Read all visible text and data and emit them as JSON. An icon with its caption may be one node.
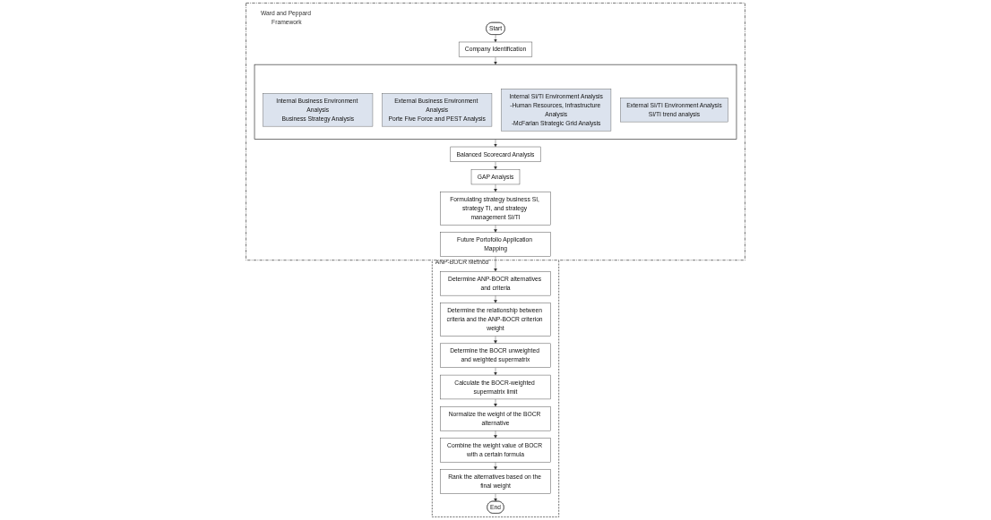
{
  "diagram": {
    "nodes": [
      {
        "text": [
          "Ward and Peppard Framework"
        ]
      },
      {
        "text": [
          "Start"
        ],
        "in": 0
      },
      {
        "text": [
          "Company Identification"
        ],
        "in": 0
      },
      {
        "text": [],
        "shape": "box",
        "in": 0
      },
      {
        "text": [
          "Internal Business Environment Analysis",
          "Business Strategy Analysis"
        ],
        "in": 3
      },
      {
        "text": [
          "External Business Environment Analysis",
          "Porte Five Force and PEST Analysis"
        ],
        "in": 3
      },
      {
        "text": [
          "Internal SI/TI Environment Analysis",
          "-Human Resources, Infrastructure Analysis",
          "-McFarlan Strategic Grid Analysis"
        ],
        "in": 3
      },
      {
        "text": [
          "External SI/TI Environment Analysis",
          "SI/TI trend analysis"
        ],
        "in": 3
      },
      {
        "text": [
          "Balanced Scorecard Analysis"
        ],
        "in": 0
      },
      {
        "text": [
          "GAP Analysis"
        ],
        "in": 0
      },
      {
        "text": [
          "Formulating strategy business SI, strategy TI, and strategy management SI/TI"
        ],
        "in": 0
      },
      {
        "text": [
          "Future Portofolio Application Mapping"
        ],
        "in": 0
      },
      {
        "text": [
          "ANP-BOCR Method"
        ]
      },
      {
        "text": [
          "Determine ANP-BOCR alternatives and criteria"
        ],
        "in": 12
      },
      {
        "text": [
          "Determine the relationship between criteria and the ANP-BOCR criterion weight"
        ],
        "in": 12
      },
      {
        "text": [
          "Determine the BOCR unweighted and weighted supermatrix"
        ],
        "in": 12
      },
      {
        "text": [
          "Calculate the BOCR-weighted supermatrix limit"
        ],
        "in": 12
      },
      {
        "text": [
          "Normalize the weight of the BOCR alternative"
        ],
        "in": 12
      },
      {
        "text": [
          "Combine the weight value of BOCR with a certain formula"
        ],
        "in": 12
      },
      {
        "text": [
          "Rank the alternatives based on the final weight"
        ],
        "in": 12
      },
      {
        "text": [
          "End"
        ],
        "in": 12
      }
    ],
    "edges": [
      {
        "from": 1,
        "to": 2,
        "arrow": "to"
      },
      {
        "from": 2,
        "to": 3,
        "arrow": "to"
      },
      {
        "from": 3,
        "to": 8,
        "arrow": "to"
      },
      {
        "from": 8,
        "to": 9,
        "arrow": "to"
      },
      {
        "from": 9,
        "to": 10,
        "arrow": "to"
      },
      {
        "from": 10,
        "to": 11,
        "arrow": "to"
      },
      {
        "from": 11,
        "to": 13,
        "arrow": "to"
      },
      {
        "from": 13,
        "to": 14,
        "arrow": "to"
      },
      {
        "from": 14,
        "to": 15,
        "arrow": "to"
      },
      {
        "from": 15,
        "to": 16,
        "arrow": "to"
      },
      {
        "from": 16,
        "to": 17,
        "arrow": "to"
      },
      {
        "from": 17,
        "to": 18,
        "arrow": "to"
      },
      {
        "from": 18,
        "to": 19,
        "arrow": "to"
      },
      {
        "from": 19,
        "to": 20,
        "arrow": "to"
      }
    ]
  }
}
